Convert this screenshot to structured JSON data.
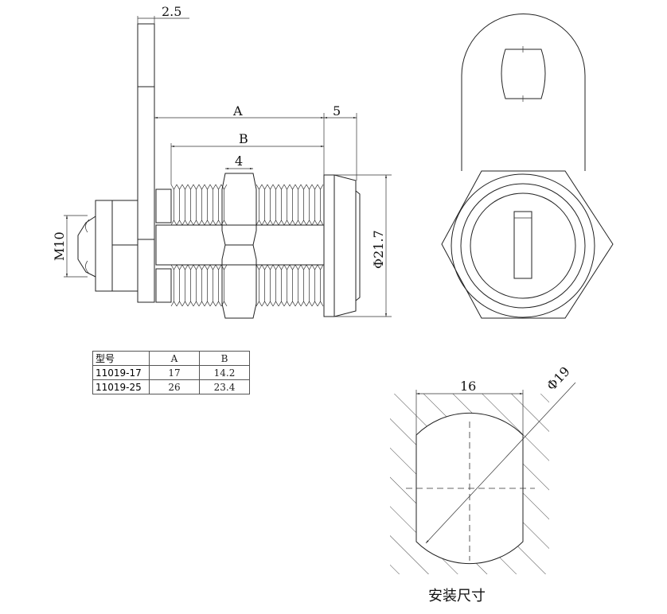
{
  "dimensions": {
    "plate_thickness": "2.5",
    "length_a": "A",
    "flange": "5",
    "length_b": "B",
    "nut_width": "4",
    "thread": "M10",
    "head_diameter": "Φ21.7",
    "cutout_width": "16",
    "cutout_diameter": "Φ19"
  },
  "table": {
    "headers": [
      "型号",
      "A",
      "B"
    ],
    "rows": [
      [
        "11019-17",
        "17",
        "14.2"
      ],
      [
        "11019-25",
        "26",
        "23.4"
      ]
    ]
  },
  "caption": "安装尺寸"
}
